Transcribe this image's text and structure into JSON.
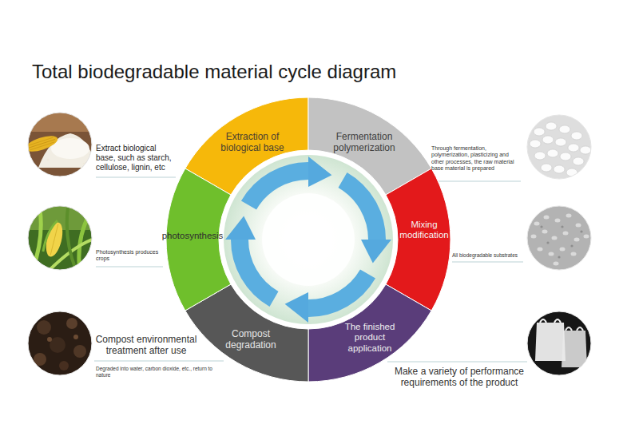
{
  "diagram": {
    "title": "Total biodegradable material cycle diagram",
    "nodes": [
      {
        "text": [
          "Extraction of biological base"
        ]
      },
      {
        "text": [
          "Fermentation polymerization"
        ]
      },
      {
        "text": [
          "Mixing modification"
        ]
      },
      {
        "text": [
          "The finished product application"
        ]
      },
      {
        "text": [
          "Compost degradation"
        ]
      },
      {
        "text": [
          "photosynthesis"
        ]
      }
    ],
    "labels": [
      "Extract biological base, such as starch, cellulose, lignin, etc",
      "Through fermentation, polymerization, plasticizing and other processes, the raw material base material is prepared",
      "Photosynthesis produces crops",
      "All biodegradable substrates",
      "Compost environmental treatment after use",
      "Degraded into water, carbon dioxide, etc., return to nature",
      "Make a variety of performance requirements of the product"
    ]
  }
}
